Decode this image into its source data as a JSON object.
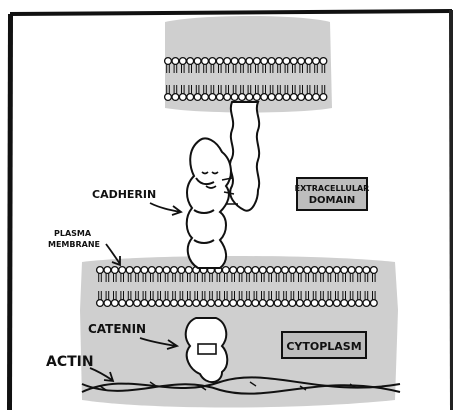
{
  "labels": {
    "cadherin": "CADHERIN",
    "plasma_membrane_line1": "PLASMA",
    "plasma_membrane_line2": "MEMBRANE",
    "catenin": "CATENIN",
    "actin": "ACTIN",
    "extracellular_line1": "EXTRACELLULAR",
    "extracellular_line2": "DOMAIN",
    "cytoplasm": "CYTOPLASM"
  },
  "colors": {
    "membrane_band": "#cfcfcf",
    "region_box": "#bdbdbd",
    "ink": "#111111",
    "background": "#ffffff"
  }
}
